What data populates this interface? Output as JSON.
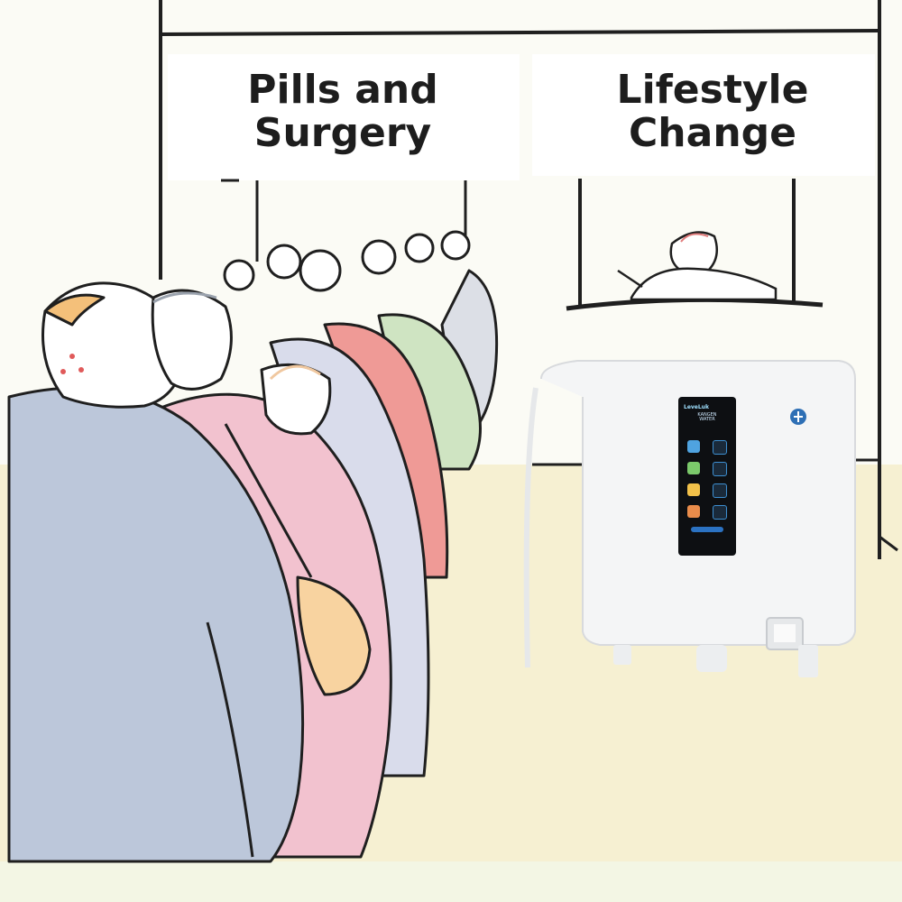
{
  "signs": {
    "left": {
      "line1": "Pills and",
      "line2": "Surgery"
    },
    "right": {
      "line1": "Lifestyle",
      "line2": "Change"
    }
  },
  "device": {
    "brand": "LeveLuk",
    "screen_line1": "KANGEN",
    "screen_line2": "WATER"
  },
  "colors": {
    "background": "#fdfdf6",
    "floor": "#f6f0d2",
    "line": "#1f1f1f",
    "device_body": "#f4f5f6",
    "device_screen": "#0d0f12"
  }
}
